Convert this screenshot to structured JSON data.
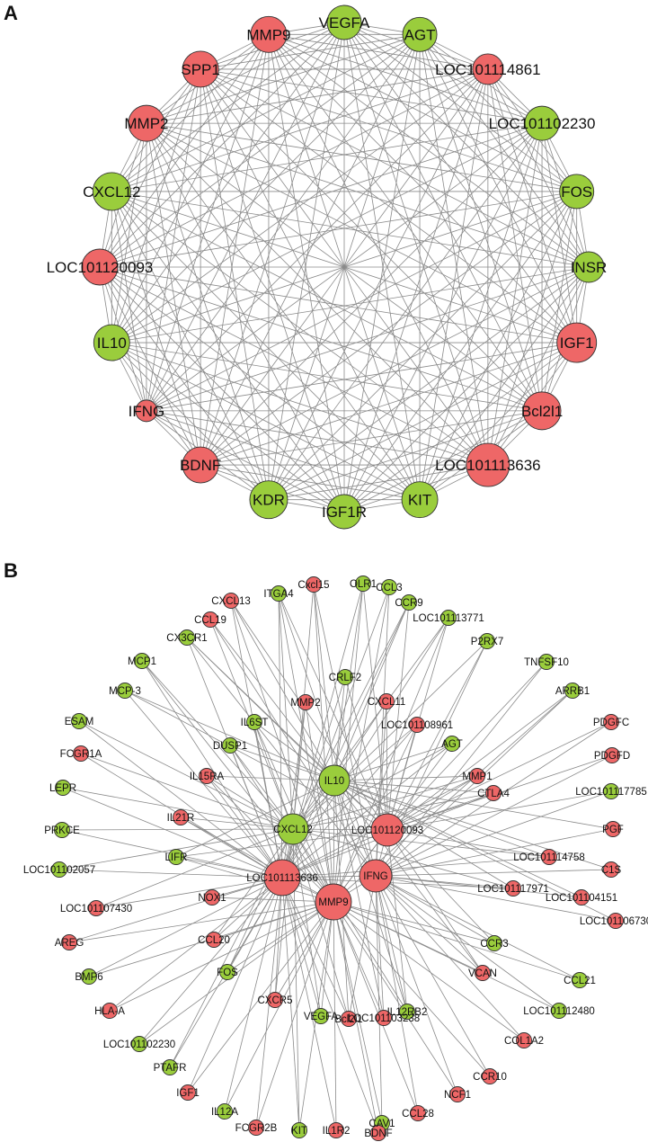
{
  "panels": [
    {
      "letter": "A"
    },
    {
      "letter": "B"
    }
  ],
  "colors": {
    "red": "#ee6767",
    "green": "#9acd3c",
    "edge": "#8a8a8a"
  },
  "networkA": {
    "layout": "circle, fully connected",
    "nodes": [
      {
        "label": "VEGFA",
        "color": "green"
      },
      {
        "label": "AGT",
        "color": "green"
      },
      {
        "label": "LOC101114861",
        "color": "red"
      },
      {
        "label": "LOC101102230",
        "color": "green"
      },
      {
        "label": "FOS",
        "color": "green"
      },
      {
        "label": "INSR",
        "color": "green"
      },
      {
        "label": "IGF1",
        "color": "red"
      },
      {
        "label": "Bcl2l1",
        "color": "red"
      },
      {
        "label": "LOC101113636",
        "color": "red"
      },
      {
        "label": "KIT",
        "color": "green"
      },
      {
        "label": "IGF1R",
        "color": "green"
      },
      {
        "label": "KDR",
        "color": "green"
      },
      {
        "label": "BDNF",
        "color": "red"
      },
      {
        "label": "IFNG",
        "color": "red"
      },
      {
        "label": "IL10",
        "color": "green"
      },
      {
        "label": "LOC101120093",
        "color": "red"
      },
      {
        "label": "CXCL12",
        "color": "green"
      },
      {
        "label": "MMP2",
        "color": "red"
      },
      {
        "label": "SPP1",
        "color": "red"
      },
      {
        "label": "MMP9",
        "color": "red"
      }
    ]
  },
  "networkB": {
    "hubs": [
      {
        "id": "h1",
        "label": "IL10",
        "color": "green"
      },
      {
        "id": "h2",
        "label": "CXCL12",
        "color": "green"
      },
      {
        "id": "h3",
        "label": "LOC101120093",
        "color": "red"
      },
      {
        "id": "h4",
        "label": "LOC101113636",
        "color": "red"
      },
      {
        "id": "h5",
        "label": "IFNG",
        "color": "red"
      },
      {
        "id": "h6",
        "label": "MMP9",
        "color": "red"
      }
    ],
    "nodes": [
      {
        "label": "ITGA4",
        "color": "green"
      },
      {
        "label": "Cxcl15",
        "color": "red"
      },
      {
        "label": "OLR1",
        "color": "green"
      },
      {
        "label": "CCL3",
        "color": "green"
      },
      {
        "label": "CXCL13",
        "color": "red"
      },
      {
        "label": "CCR9",
        "color": "green"
      },
      {
        "label": "CCL19",
        "color": "red"
      },
      {
        "label": "LOC101113771",
        "color": "green"
      },
      {
        "label": "CX3CR1",
        "color": "green"
      },
      {
        "label": "P2RX7",
        "color": "green"
      },
      {
        "label": "MCP1",
        "color": "green"
      },
      {
        "label": "TNFSF10",
        "color": "green"
      },
      {
        "label": "MCP-3",
        "color": "green"
      },
      {
        "label": "ARRB1",
        "color": "green"
      },
      {
        "label": "CRLF2",
        "color": "green"
      },
      {
        "label": "MMP2",
        "color": "red"
      },
      {
        "label": "CXCL11",
        "color": "red"
      },
      {
        "label": "IL6ST",
        "color": "green"
      },
      {
        "label": "ESAM",
        "color": "green"
      },
      {
        "label": "LOC101108961",
        "color": "red"
      },
      {
        "label": "PDGFC",
        "color": "red"
      },
      {
        "label": "DUSP1",
        "color": "green"
      },
      {
        "label": "AGT",
        "color": "green"
      },
      {
        "label": "FCGR1A",
        "color": "red"
      },
      {
        "label": "PDGFD",
        "color": "red"
      },
      {
        "label": "IL15RA",
        "color": "red"
      },
      {
        "label": "MMP1",
        "color": "red"
      },
      {
        "label": "LEPR",
        "color": "green"
      },
      {
        "label": "LOC101117785",
        "color": "green"
      },
      {
        "label": "CTLA4",
        "color": "red"
      },
      {
        "label": "IL21R",
        "color": "red"
      },
      {
        "label": "PRKCE",
        "color": "green"
      },
      {
        "label": "PGF",
        "color": "red"
      },
      {
        "label": "LIFR",
        "color": "green"
      },
      {
        "label": "LOC101114758",
        "color": "red"
      },
      {
        "label": "LOC101102057",
        "color": "green"
      },
      {
        "label": "C1S",
        "color": "red"
      },
      {
        "label": "LOC101117971",
        "color": "red"
      },
      {
        "label": "NOX1",
        "color": "red"
      },
      {
        "label": "LOC101104151",
        "color": "red"
      },
      {
        "label": "LOC101107430",
        "color": "red"
      },
      {
        "label": "LOC101106730",
        "color": "red"
      },
      {
        "label": "AREG",
        "color": "red"
      },
      {
        "label": "CCL20",
        "color": "red"
      },
      {
        "label": "CCR3",
        "color": "green"
      },
      {
        "label": "VCAN",
        "color": "red"
      },
      {
        "label": "BMP6",
        "color": "green"
      },
      {
        "label": "FOS",
        "color": "green"
      },
      {
        "label": "CCL21",
        "color": "green"
      },
      {
        "label": "IL12RB2",
        "color": "green"
      },
      {
        "label": "CXCR5",
        "color": "red"
      },
      {
        "label": "HLA-A",
        "color": "red"
      },
      {
        "label": "VEGFA",
        "color": "green"
      },
      {
        "label": "LOC101112480",
        "color": "green"
      },
      {
        "label": "Bcl2l1",
        "color": "red"
      },
      {
        "label": "LOC101103238",
        "color": "red"
      },
      {
        "label": "LOC101102230",
        "color": "green"
      },
      {
        "label": "COL1A2",
        "color": "red"
      },
      {
        "label": "PTAFR",
        "color": "green"
      },
      {
        "label": "CCR10",
        "color": "red"
      },
      {
        "label": "IGF1",
        "color": "red"
      },
      {
        "label": "NCF1",
        "color": "red"
      },
      {
        "label": "IL12A",
        "color": "green"
      },
      {
        "label": "CCL28",
        "color": "red"
      },
      {
        "label": "FCGR2B",
        "color": "red"
      },
      {
        "label": "CAV1",
        "color": "green"
      },
      {
        "label": "KIT",
        "color": "green"
      },
      {
        "label": "IL1R2",
        "color": "red"
      },
      {
        "label": "BDNF",
        "color": "red"
      }
    ]
  }
}
